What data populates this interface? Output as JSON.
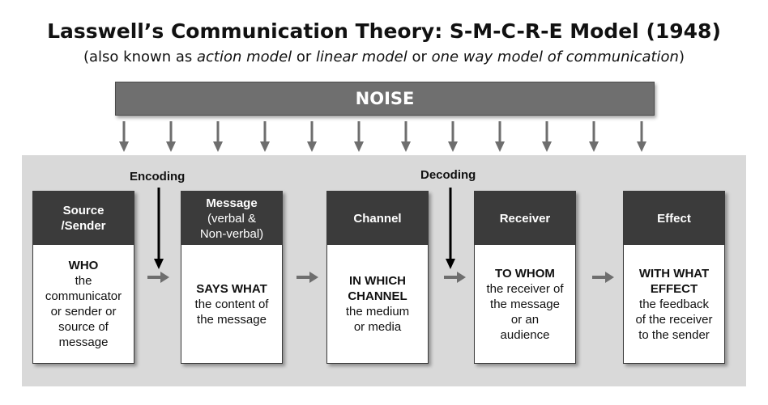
{
  "title": "Lasswell’s Communication Theory: S-M-C-R-E Model (1948)",
  "subtitle": {
    "open": "(also known as ",
    "alt1": "action model",
    "or1": " or ",
    "alt2": "linear model",
    "or2": " or ",
    "alt3": "one way model of communication",
    "close": ")"
  },
  "noise_label": "NOISE",
  "encoding_label": "Encoding",
  "decoding_label": "Decoding",
  "colors": {
    "noise_bar": "#6f6f6f",
    "panel": "#d9d9d9",
    "box_header": "#3b3b3b",
    "arrow": "#6e6e6e",
    "encode_arrow": "#000000"
  },
  "stages": [
    {
      "header": "Source\n/Sender",
      "header_sub": "",
      "question": "WHO",
      "description": "the\ncommunicator\nor sender or\nsource of\nmessage"
    },
    {
      "header": "Message",
      "header_sub": "(verbal &\nNon-verbal)",
      "question": "SAYS WHAT",
      "description": "the content of\nthe message"
    },
    {
      "header": "Channel",
      "header_sub": "",
      "question": "IN WHICH\nCHANNEL",
      "description": "the medium\nor media"
    },
    {
      "header": "Receiver",
      "header_sub": "",
      "question": "TO WHOM",
      "description": "the receiver of\nthe message\nor an\naudience"
    },
    {
      "header": "Effect",
      "header_sub": "",
      "question": "WITH WHAT\nEFFECT",
      "description": "the feedback\nof the receiver\nto the sender"
    }
  ]
}
